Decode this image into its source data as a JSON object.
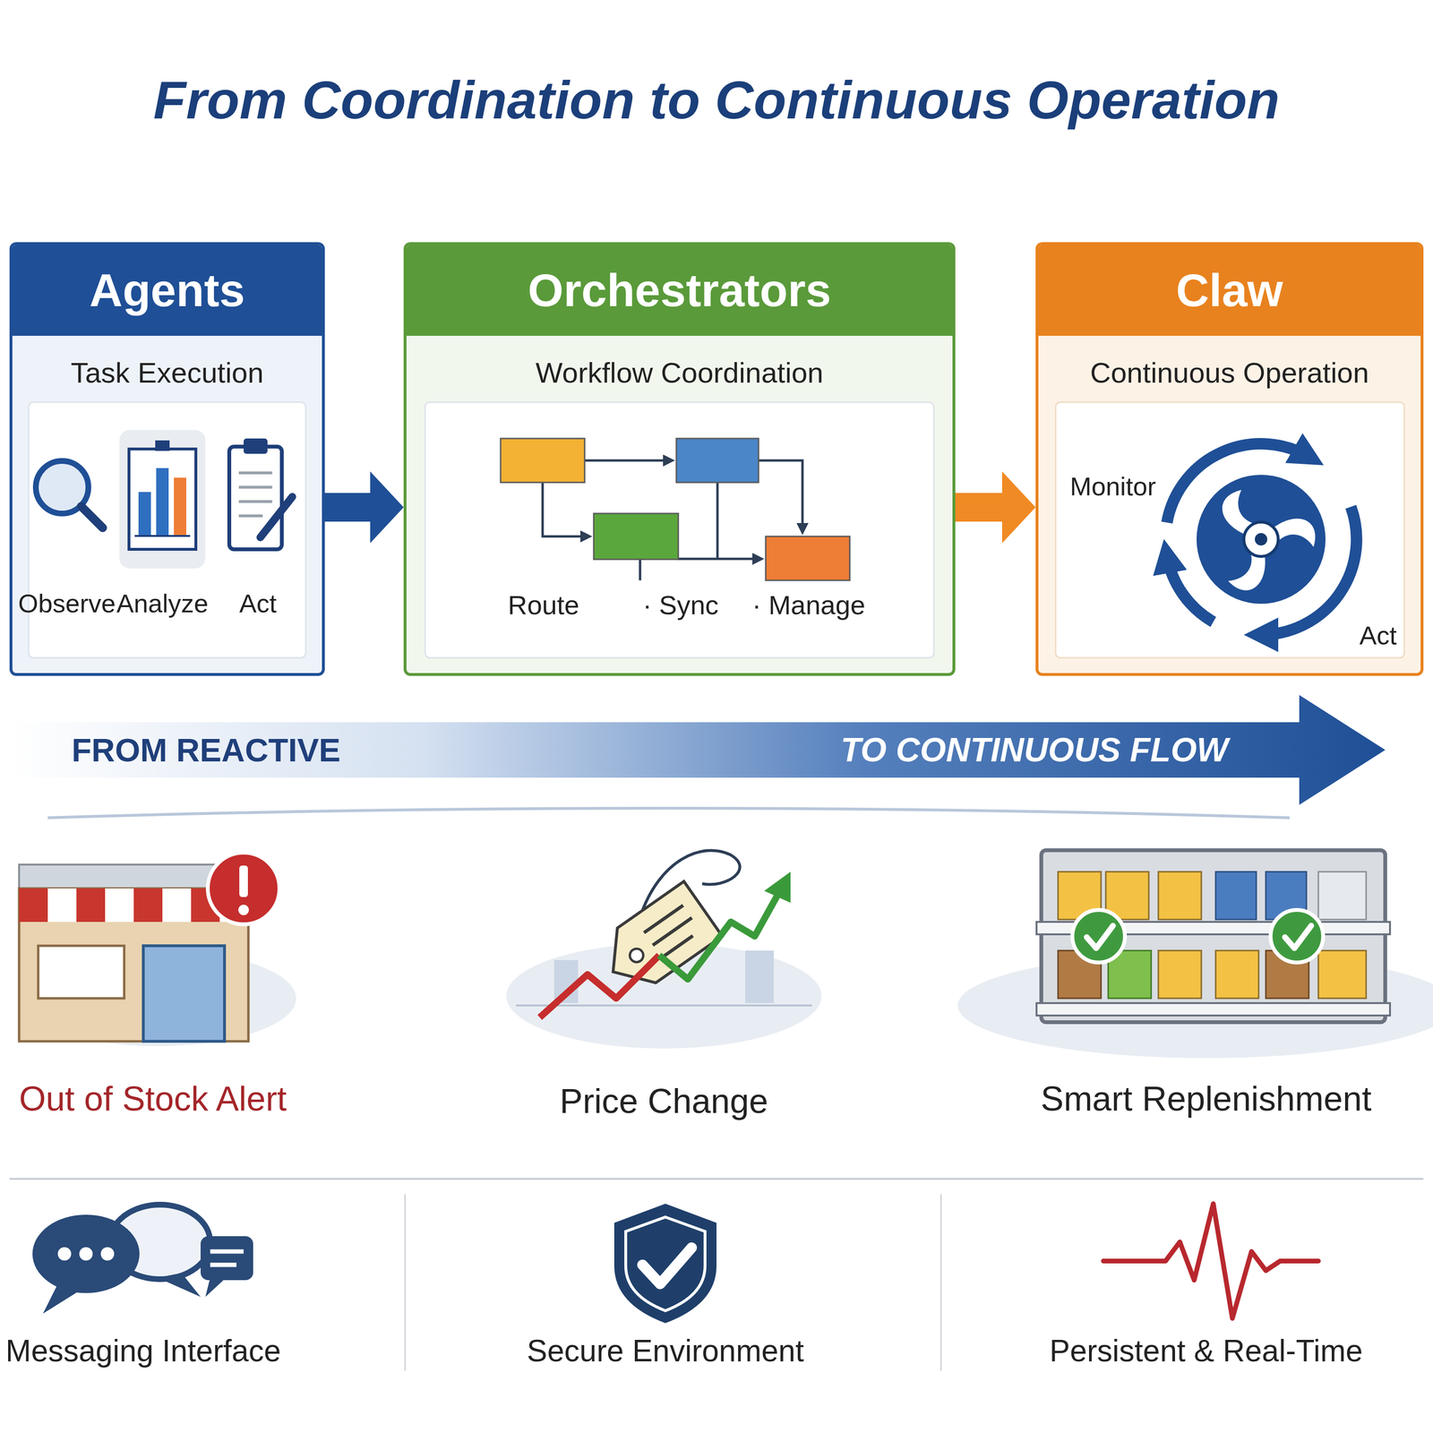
{
  "diagram": {
    "title": "From Coordination to Continuous Operation",
    "nodes": [
      {
        "text": [
          "Agents",
          "Task Execution"
        ]
      },
      {
        "text": [
          "Orchestrators",
          "Workflow Coordination"
        ]
      },
      {
        "text": [
          "Claw",
          "Continuous Operation"
        ]
      },
      {
        "text": [
          "FROM REACTIVE",
          "TO CONTINUOUS FLOW"
        ]
      }
    ],
    "edges": [
      {
        "from": 0,
        "to": 1,
        "arrow": "to"
      },
      {
        "from": 1,
        "to": 2,
        "arrow": "to"
      }
    ],
    "labels": [
      "Observe",
      "Analyze",
      "Act",
      "Route",
      "· Sync",
      "· Manage",
      "Monitor",
      "Act",
      "Out of Stock Alert",
      "Price Change",
      "Smart Replenishment",
      "Messaging Interface",
      "Secure Environment",
      "Persistent & Real-Time"
    ]
  }
}
